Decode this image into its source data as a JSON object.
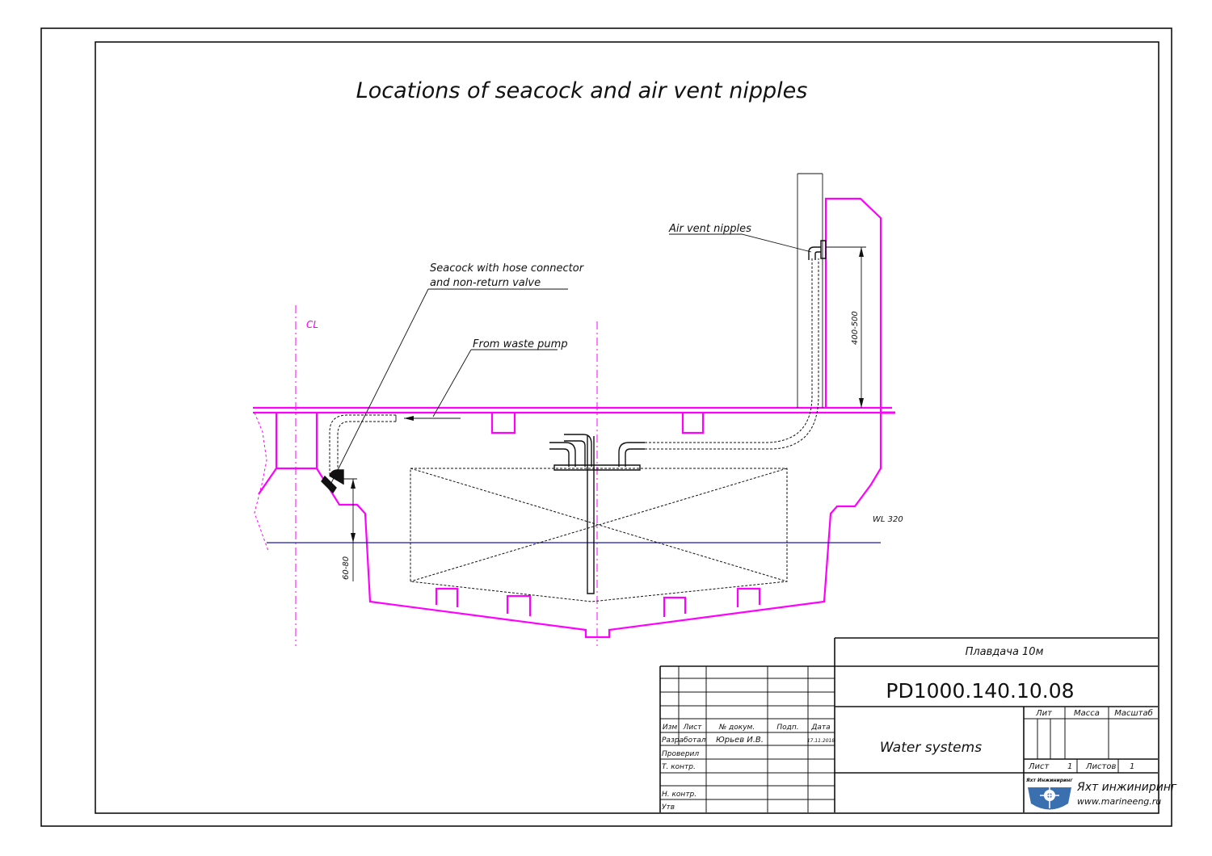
{
  "drawing": {
    "title": "Locations of seacock and air vent nipples",
    "labels": {
      "air_vent": "Air vent nipples",
      "seacock_line1": "Seacock with hose connector",
      "seacock_line2": "and non-return valve",
      "waste_pump": "From waste pump",
      "centerline": "CL",
      "waterline": "WL 320",
      "dim_vent": "400-500",
      "dim_seacock": "60-80"
    },
    "colors": {
      "hull": "#ff00ff",
      "waterline": "#1a1aa8",
      "lines": "#111111",
      "logo": "#3a6fb0"
    }
  },
  "title_block": {
    "project": "Плавдача 10м",
    "doc_number": "PD1000.140.10.08",
    "doc_title": "Water systems",
    "col_headers": {
      "izm": "Изм",
      "list": "Лист",
      "doc_no": "№ докум.",
      "sign": "Подп.",
      "date": "Дата"
    },
    "rows": {
      "developed": "Разработал",
      "developer": "Юрьев И.В.",
      "date": "17.11.2018",
      "checked": "Проверил",
      "t_control": "Т. контр.",
      "n_control": "Н. контр.",
      "approved": "Утв"
    },
    "lit": "Лит",
    "mass": "Масса",
    "scale": "Масштаб",
    "sheet_label": "Лист",
    "sheet_value": "1",
    "sheets_label": "Листов",
    "sheets_value": "1",
    "company_small": "Яхт Инжиниринг",
    "company": "Яхт инжиниринг",
    "website": "www.marineeng.ru"
  }
}
